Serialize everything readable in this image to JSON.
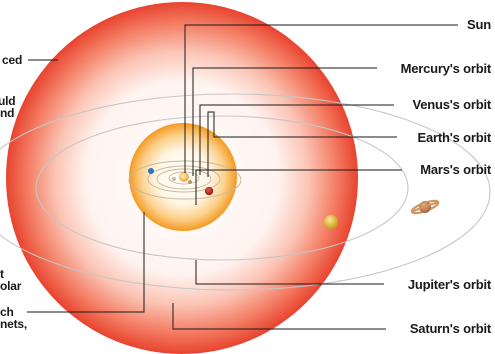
{
  "labels": {
    "sun": "Sun",
    "mercury": "Mercury's orbit",
    "venus": "Venus's orbit",
    "earth": "Earth's orbit",
    "mars": "Mars's orbit",
    "jupiter": "Jupiter's orbit",
    "saturn": "Saturn's orbit"
  },
  "left_fragments": {
    "line1": "ced",
    "line2": "uld",
    "line3": "nd",
    "line4": "t",
    "line5": "olar",
    "line6": "ch",
    "line7": "nets,"
  },
  "colors": {
    "outer_sphere": "#ee4a36",
    "inner_sphere": "#f7a12b",
    "sun": "#f6b640",
    "mercury": "#d9c3a2",
    "venus": "#2a73c6",
    "earth": "#c8a77a",
    "mars": "#b8251b",
    "jupiter": "#e4bb2a",
    "saturn": "#c98a52",
    "orbit": "#bdbdbd",
    "leader": "#1a1a1a"
  }
}
